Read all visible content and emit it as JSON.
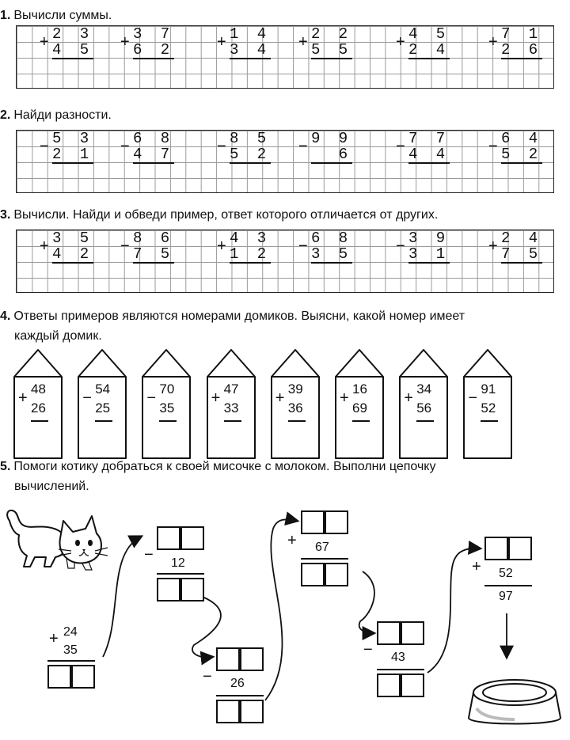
{
  "task1": {
    "number": "1.",
    "text": "Вычисли суммы.",
    "items": [
      {
        "sign": "+",
        "a": "2 3",
        "b": "4 5"
      },
      {
        "sign": "+",
        "a": "3 7",
        "b": "6 2"
      },
      {
        "sign": "+",
        "a": "1 4",
        "b": "3 4"
      },
      {
        "sign": "+",
        "a": "2 2",
        "b": "5 5"
      },
      {
        "sign": "+",
        "a": "4 5",
        "b": "2 4"
      },
      {
        "sign": "+",
        "a": "7 1",
        "b": "2 6"
      }
    ]
  },
  "task2": {
    "number": "2.",
    "text": "Найди разности.",
    "items": [
      {
        "sign": "−",
        "a": "5 3",
        "b": "2 1"
      },
      {
        "sign": "−",
        "a": "6 8",
        "b": "4 7"
      },
      {
        "sign": "−",
        "a": "8 5",
        "b": "5 2"
      },
      {
        "sign": "−",
        "a": "9 9",
        "b": "  6"
      },
      {
        "sign": "−",
        "a": "7 7",
        "b": "4 4"
      },
      {
        "sign": "−",
        "a": "6 4",
        "b": "5 2"
      }
    ]
  },
  "task3": {
    "number": "3.",
    "text": "Вычисли. Найди и обведи пример, ответ которого отличается от других.",
    "items": [
      {
        "sign": "+",
        "a": "3 5",
        "b": "4 2"
      },
      {
        "sign": "−",
        "a": "8 6",
        "b": "7 5"
      },
      {
        "sign": "+",
        "a": "4 3",
        "b": "1 2"
      },
      {
        "sign": "−",
        "a": "6 8",
        "b": "3 5"
      },
      {
        "sign": "−",
        "a": "3 9",
        "b": "3 1"
      },
      {
        "sign": "+",
        "a": "2 4",
        "b": "7 5"
      }
    ]
  },
  "task4": {
    "number": "4.",
    "line1": "Ответы примеров являются номерами домиков. Выясни, какой номер имеет",
    "line2": "каждый домик.",
    "houses": [
      {
        "sign": "+",
        "a": "48",
        "b": "26"
      },
      {
        "sign": "−",
        "a": "54",
        "b": "25"
      },
      {
        "sign": "−",
        "a": "70",
        "b": "35"
      },
      {
        "sign": "+",
        "a": "47",
        "b": "33"
      },
      {
        "sign": "+",
        "a": "39",
        "b": "36"
      },
      {
        "sign": "+",
        "a": "16",
        "b": "69"
      },
      {
        "sign": "+",
        "a": "34",
        "b": "56"
      },
      {
        "sign": "−",
        "a": "91",
        "b": "52"
      }
    ]
  },
  "task5": {
    "number": "5.",
    "line1": "Помоги котику добраться к своей мисочке с молоком. Выполни цепочку",
    "line2": "вычислений.",
    "start": {
      "sign": "+",
      "a": "24",
      "b": "35"
    },
    "step1": {
      "sign": "−",
      "b": "12"
    },
    "step2": {
      "sign": "−",
      "b": "26"
    },
    "step3": {
      "sign": "+",
      "b": "67"
    },
    "step4": {
      "sign": "−",
      "b": "43"
    },
    "step5": {
      "sign": "+",
      "b": "52",
      "result": "97"
    }
  }
}
